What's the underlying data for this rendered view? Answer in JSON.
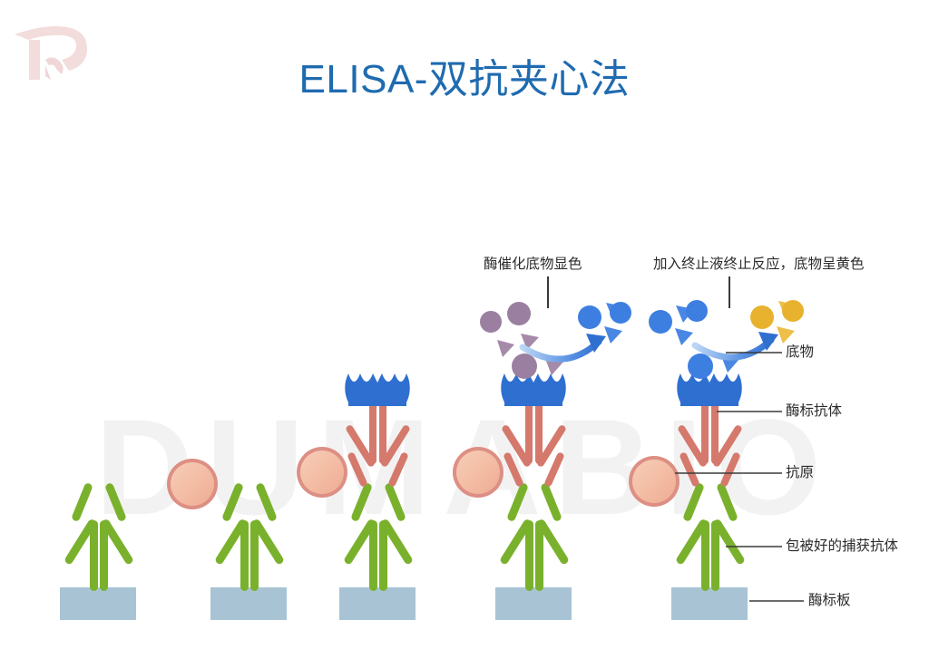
{
  "slide": {
    "title": "ELISA-双抗夹心法",
    "title_color": "#1f6bb0",
    "background": "#ffffff",
    "watermark": "DUMABIO",
    "watermark_color": "#f2f2f2",
    "logo_name": "dumabio-logo",
    "logo_color": "#f2dcdc"
  },
  "annotations": {
    "colorize": "酶催化底物显色",
    "stop_solution": "加入终止液终止反应，底物呈黄色"
  },
  "legend": {
    "substrate": "底物",
    "enzyme_antibody": "酶标抗体",
    "antigen": "抗原",
    "capture_antibody": "包被好的捕获抗体",
    "plate": "酶标板"
  },
  "colors": {
    "capture_antibody": "#7ab12c",
    "capture_antibody_dark": "#6b9e24",
    "antigen_fill": "#f4bda5",
    "antigen_ring": "#dd8f84",
    "detection_antibody": "#d4796c",
    "enzyme": "#2f6fd0",
    "plate": "#a8c4d4",
    "substrate_purple": "#9b7fa0",
    "substrate_blue": "#3d7fe0",
    "substrate_yellow": "#e8b22e",
    "arrow": "#3d7fe0",
    "leader_line": "#3a3a3a"
  },
  "stages": [
    {
      "id": 1,
      "name": "coated-plate",
      "has_antigen": false,
      "has_detection_antibody": false,
      "has_enzyme": false,
      "substrate_in": null,
      "substrate_out": null
    },
    {
      "id": 2,
      "name": "antigen-bound",
      "has_antigen": true,
      "has_detection_antibody": false,
      "has_enzyme": false,
      "substrate_in": null,
      "substrate_out": null
    },
    {
      "id": 3,
      "name": "detection-antibody-bound",
      "has_antigen": true,
      "has_detection_antibody": true,
      "has_enzyme": true,
      "substrate_in": null,
      "substrate_out": null
    },
    {
      "id": 4,
      "name": "substrate-colorized",
      "has_antigen": true,
      "has_detection_antibody": true,
      "has_enzyme": true,
      "substrate_in": "purple",
      "substrate_out": "blue"
    },
    {
      "id": 5,
      "name": "reaction-stopped",
      "has_antigen": true,
      "has_detection_antibody": true,
      "has_enzyme": true,
      "substrate_in": "blue",
      "substrate_out": "yellow"
    }
  ]
}
